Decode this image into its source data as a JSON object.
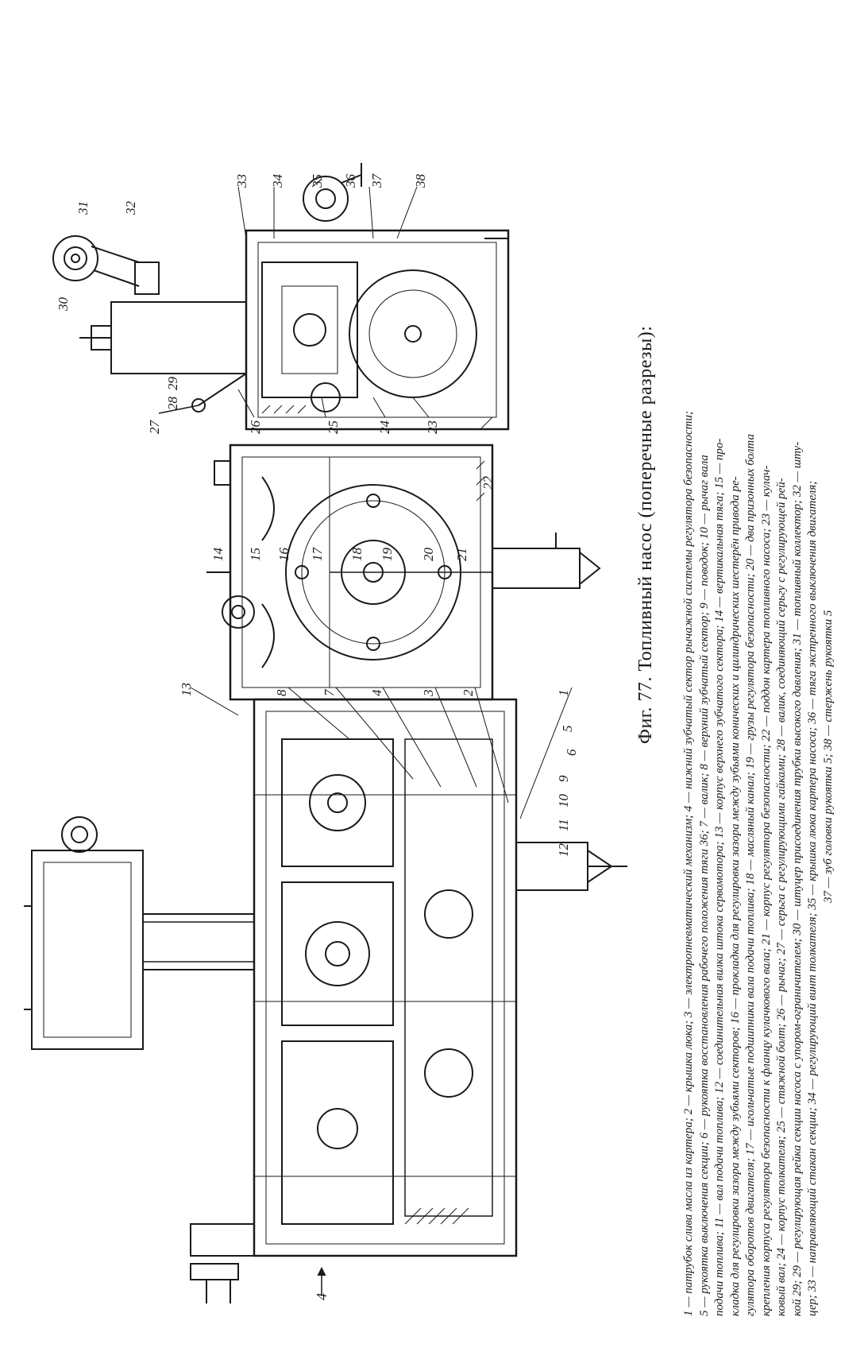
{
  "figure": {
    "caption": "Фиг. 77. Топливный насос (поперечные разрезы):",
    "legend_lines": [
      "1 — патрубок слива масла из картера; 2 — крышка люка; 3 — электропневматический механизм; 4 — нижний зубчатый сектор рычажной системы регулятора безопасности;",
      "5 — рукоятка выключения секции; 6 — рукоятка восстановления рабочего положения тяги 36; 7 — валик; 8 — верхний зубчатый сектор; 9 — поводок; 10 — рычаг вала",
      "подачи топлива; 11 — вал подачи топлива; 12 — соединительная вилка штока сервомотора; 13 — корпус верхнего зубчатого сектора; 14 — вертикальная тяга; 15 — про-",
      "кладка для регулировки зазора между зубьями секторов; 16 — прокладка для регулировки зазора между зубьями конических и цилиндрических шестерён привода ре-",
      "гулятора оборотов двигателя; 17 — игольчатые подшипники вала подачи топлива; 18 — масляный канал; 19 — грузы регулятора безопасности; 20 — два призонных болта",
      "крепления корпуса регулятора безопасности к фланцу кулачкового вала; 21 — корпус регулятора безопасности; 22 — поддон картера топливного насоса; 23 — кулач-",
      "ковый вал; 24 — корпус толкателя; 25 — стяжной болт; 26 — рычаг; 27 — серьга с регулирующими гайками; 28 — валик, соединяющий серьгу с регулирующей рей-",
      "кой 29; 29 — регулирующая рейка секции насоса с упором-ограничителем; 30 — штуцер присоединения трубки высокого давления; 31 — топливный коллектор; 32 — шту-",
      "цер; 33 — направляющий стакан секции; 34 — регулирующий винт толкателя; 35 — крышка люка картера насоса; 36 — тяга экстренного выключения двигателя;",
      "37 — зуб головки рукоятки 5; 38 — стержень рукоятки 5"
    ],
    "callout_numbers": [
      "1",
      "2",
      "3",
      "4",
      "5",
      "6",
      "7",
      "8",
      "9",
      "10",
      "11",
      "12",
      "13",
      "14",
      "15",
      "16",
      "17",
      "18",
      "19",
      "20",
      "21",
      "22",
      "23",
      "24",
      "25",
      "26",
      "27",
      "28",
      "29",
      "30",
      "31",
      "32",
      "33",
      "34",
      "35",
      "36",
      "37",
      "38"
    ],
    "arrow_label": "4"
  }
}
